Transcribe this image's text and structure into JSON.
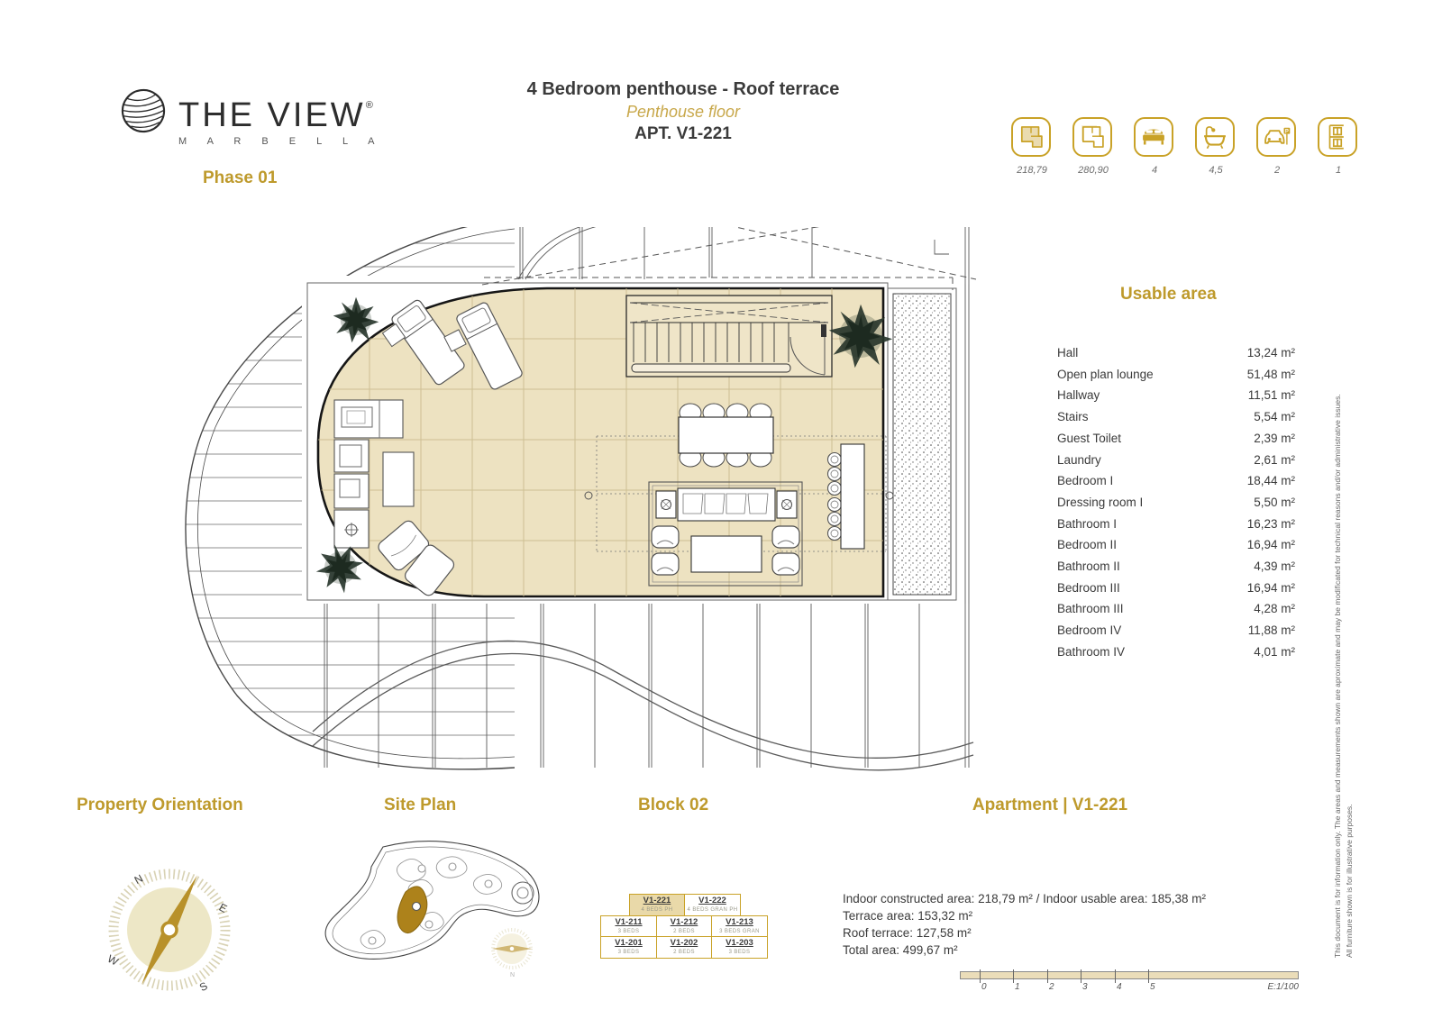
{
  "brand": {
    "name": "THE VIEW",
    "reg": "®",
    "sub": "M A R B E L L A",
    "phase": "Phase 01"
  },
  "title": {
    "line1": "4 Bedroom penthouse - Roof terrace",
    "line2": "Penthouse floor",
    "line3": "APT. V1-221"
  },
  "spec_icons": [
    {
      "name": "constructed-area-icon",
      "value": "218,79"
    },
    {
      "name": "total-area-icon",
      "value": "280,90"
    },
    {
      "name": "bedrooms-icon",
      "value": "4"
    },
    {
      "name": "bathrooms-icon",
      "value": "4,5"
    },
    {
      "name": "parking-icon",
      "value": "2"
    },
    {
      "name": "storage-icon",
      "value": "1"
    }
  ],
  "usable_area": {
    "heading": "Usable area",
    "rows": [
      {
        "label": "Hall",
        "value": "13,24 m²"
      },
      {
        "label": "Open plan lounge",
        "value": "51,48 m²"
      },
      {
        "label": "Hallway",
        "value": "11,51 m²"
      },
      {
        "label": "Stairs",
        "value": "5,54 m²"
      },
      {
        "label": "Guest Toilet",
        "value": "2,39 m²"
      },
      {
        "label": "Laundry",
        "value": "2,61 m²"
      },
      {
        "label": "Bedroom I",
        "value": "18,44 m²"
      },
      {
        "label": "Dressing room I",
        "value": "5,50 m²"
      },
      {
        "label": "Bathroom I",
        "value": "16,23 m²"
      },
      {
        "label": "Bedroom II",
        "value": "16,94 m²"
      },
      {
        "label": "Bathroom II",
        "value": "4,39 m²"
      },
      {
        "label": "Bedroom III",
        "value": "16,94 m²"
      },
      {
        "label": "Bathroom III",
        "value": "4,28 m²"
      },
      {
        "label": "Bedroom IV",
        "value": "11,88 m²"
      },
      {
        "label": "Bathroom IV",
        "value": "4,01 m²"
      }
    ]
  },
  "sections": {
    "property_orientation": "Property Orientation",
    "site_plan": "Site Plan",
    "block": "Block 02",
    "apartment": "Apartment | V1-221"
  },
  "compass": {
    "n": "N",
    "e": "E",
    "s": "S",
    "w": "W"
  },
  "block_table": {
    "row1": [
      {
        "id": "V1-221",
        "sub": "4 BEDS PH"
      },
      {
        "id": "V1-222",
        "sub": "4 BEDS GRAN PH"
      }
    ],
    "row2": [
      {
        "id": "V1-211",
        "sub": "3 BEDS"
      },
      {
        "id": "V1-212",
        "sub": "2 BEDS"
      },
      {
        "id": "V1-213",
        "sub": "3 BEDS GRAN"
      }
    ],
    "row3": [
      {
        "id": "V1-201",
        "sub": "3 BEDS"
      },
      {
        "id": "V1-202",
        "sub": "2 BEDS"
      },
      {
        "id": "V1-203",
        "sub": "3 BEDS"
      }
    ]
  },
  "apartment_info": {
    "line1": "Indoor constructed area: 218,79  m² / Indoor usable area: 185,38 m²",
    "line2": "Terrace area: 153,32  m²",
    "line3": "Roof terrace: 127,58 m²",
    "line4": "Total area: 499,67 m²"
  },
  "scale": {
    "ticks": [
      "0",
      "1",
      "2",
      "3",
      "4",
      "5"
    ],
    "label": "E:1/100"
  },
  "disclaimer": {
    "line1": "This document is for information only. The areas and measurements shown are aproximate and may be modificated for technical reasons and/or administrative issues.",
    "line2": "All furniture shown is for illustrative purposes."
  },
  "colors": {
    "brand_gold": "#BE9A2C",
    "icon_gold": "#C9A227",
    "terrace_tan": "#EDE2C1"
  }
}
